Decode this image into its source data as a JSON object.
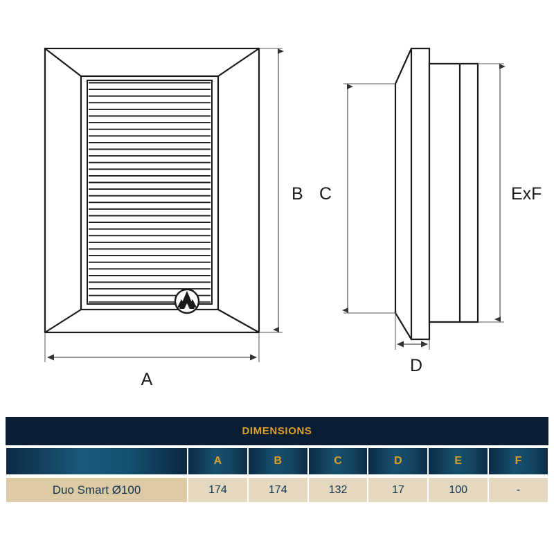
{
  "drawing": {
    "front_view": {
      "label": "front-view",
      "dimension_labels": [
        {
          "id": "A",
          "text": "A",
          "orientation": "horizontal",
          "position": "bottom"
        },
        {
          "id": "B",
          "text": "B",
          "orientation": "vertical",
          "position": "right"
        }
      ],
      "louver_count": 33,
      "logo": {
        "name": "mountain-peak-logo",
        "shape": "circle-with-peaks"
      }
    },
    "side_view": {
      "label": "side-view",
      "dimension_labels": [
        {
          "id": "C",
          "text": "C",
          "orientation": "vertical",
          "position": "left"
        },
        {
          "id": "D",
          "text": "D",
          "orientation": "horizontal",
          "position": "bottom"
        },
        {
          "id": "ExF",
          "text": "ExF",
          "orientation": "vertical",
          "position": "right"
        }
      ]
    },
    "line_color": "#1a1a1a",
    "dimension_line_color": "#555555"
  },
  "table": {
    "title": "DIMENSIONS",
    "columns": [
      "",
      "A",
      "B",
      "C",
      "D",
      "E",
      "F"
    ],
    "rows": [
      {
        "name": "Duo Smart Ø100",
        "values": [
          "174",
          "174",
          "132",
          "17",
          "100",
          "-"
        ]
      }
    ],
    "colors": {
      "title_bg": "#0a1d33",
      "title_text": "#d9a02b",
      "header_text": "#d9a02b",
      "header_bg": "#134460",
      "data_bg": "#e5d8c1",
      "data_name_bg": "#ddcba6",
      "data_text": "#12344f"
    }
  }
}
